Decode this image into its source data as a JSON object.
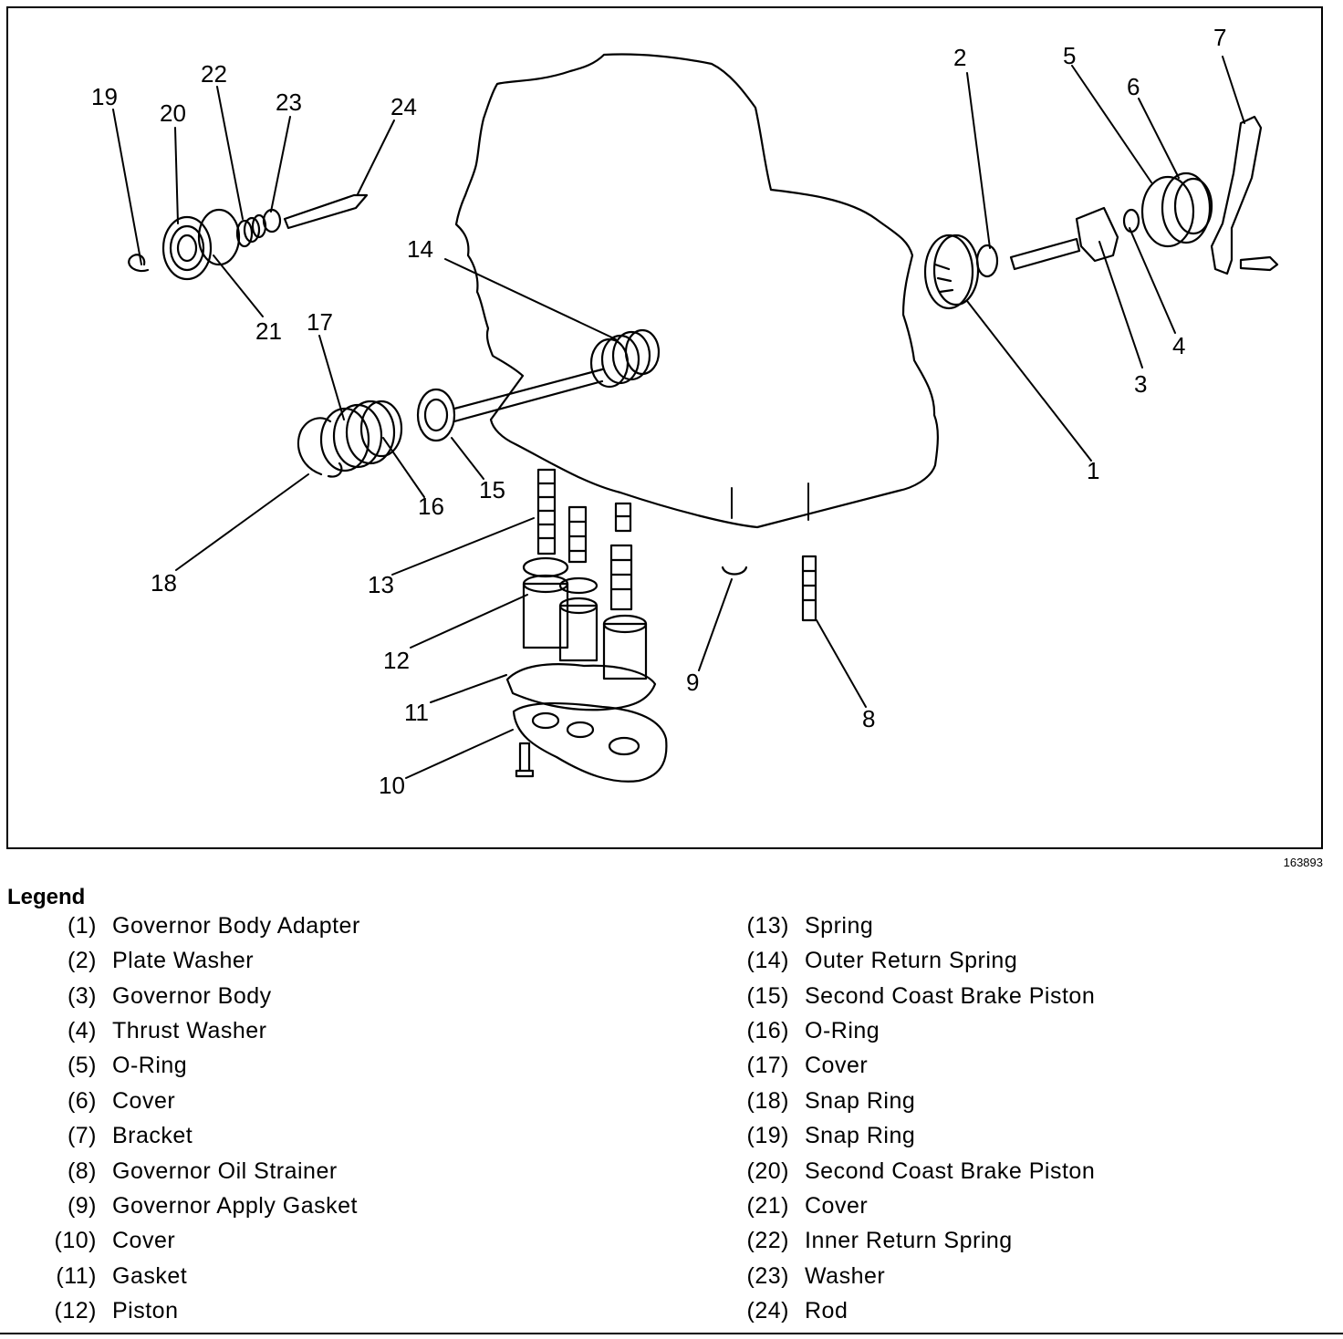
{
  "figure": {
    "id_label": "163893",
    "callouts": [
      "1",
      "2",
      "3",
      "4",
      "5",
      "6",
      "7",
      "8",
      "9",
      "10",
      "11",
      "12",
      "13",
      "14",
      "15",
      "16",
      "17",
      "18",
      "19",
      "20",
      "21",
      "22",
      "23",
      "24"
    ]
  },
  "legend": {
    "title": "Legend",
    "items": [
      {
        "num": "(1)",
        "label": "Governor Body Adapter"
      },
      {
        "num": "(2)",
        "label": "Plate Washer"
      },
      {
        "num": "(3)",
        "label": "Governor Body"
      },
      {
        "num": "(4)",
        "label": "Thrust Washer"
      },
      {
        "num": "(5)",
        "label": "O-Ring"
      },
      {
        "num": "(6)",
        "label": "Cover"
      },
      {
        "num": "(7)",
        "label": "Bracket"
      },
      {
        "num": "(8)",
        "label": "Governor Oil Strainer"
      },
      {
        "num": "(9)",
        "label": "Governor Apply Gasket"
      },
      {
        "num": "(10)",
        "label": "Cover"
      },
      {
        "num": "(11)",
        "label": "Gasket"
      },
      {
        "num": "(12)",
        "label": "Piston"
      },
      {
        "num": "(13)",
        "label": "Spring"
      },
      {
        "num": "(14)",
        "label": "Outer Return Spring"
      },
      {
        "num": "(15)",
        "label": "Second Coast Brake Piston"
      },
      {
        "num": "(16)",
        "label": "O-Ring"
      },
      {
        "num": "(17)",
        "label": "Cover"
      },
      {
        "num": "(18)",
        "label": "Snap Ring"
      },
      {
        "num": "(19)",
        "label": "Snap Ring"
      },
      {
        "num": "(20)",
        "label": "Second Coast Brake Piston"
      },
      {
        "num": "(21)",
        "label": "Cover"
      },
      {
        "num": "(22)",
        "label": "Inner Return Spring"
      },
      {
        "num": "(23)",
        "label": "Washer"
      },
      {
        "num": "(24)",
        "label": "Rod"
      }
    ]
  }
}
